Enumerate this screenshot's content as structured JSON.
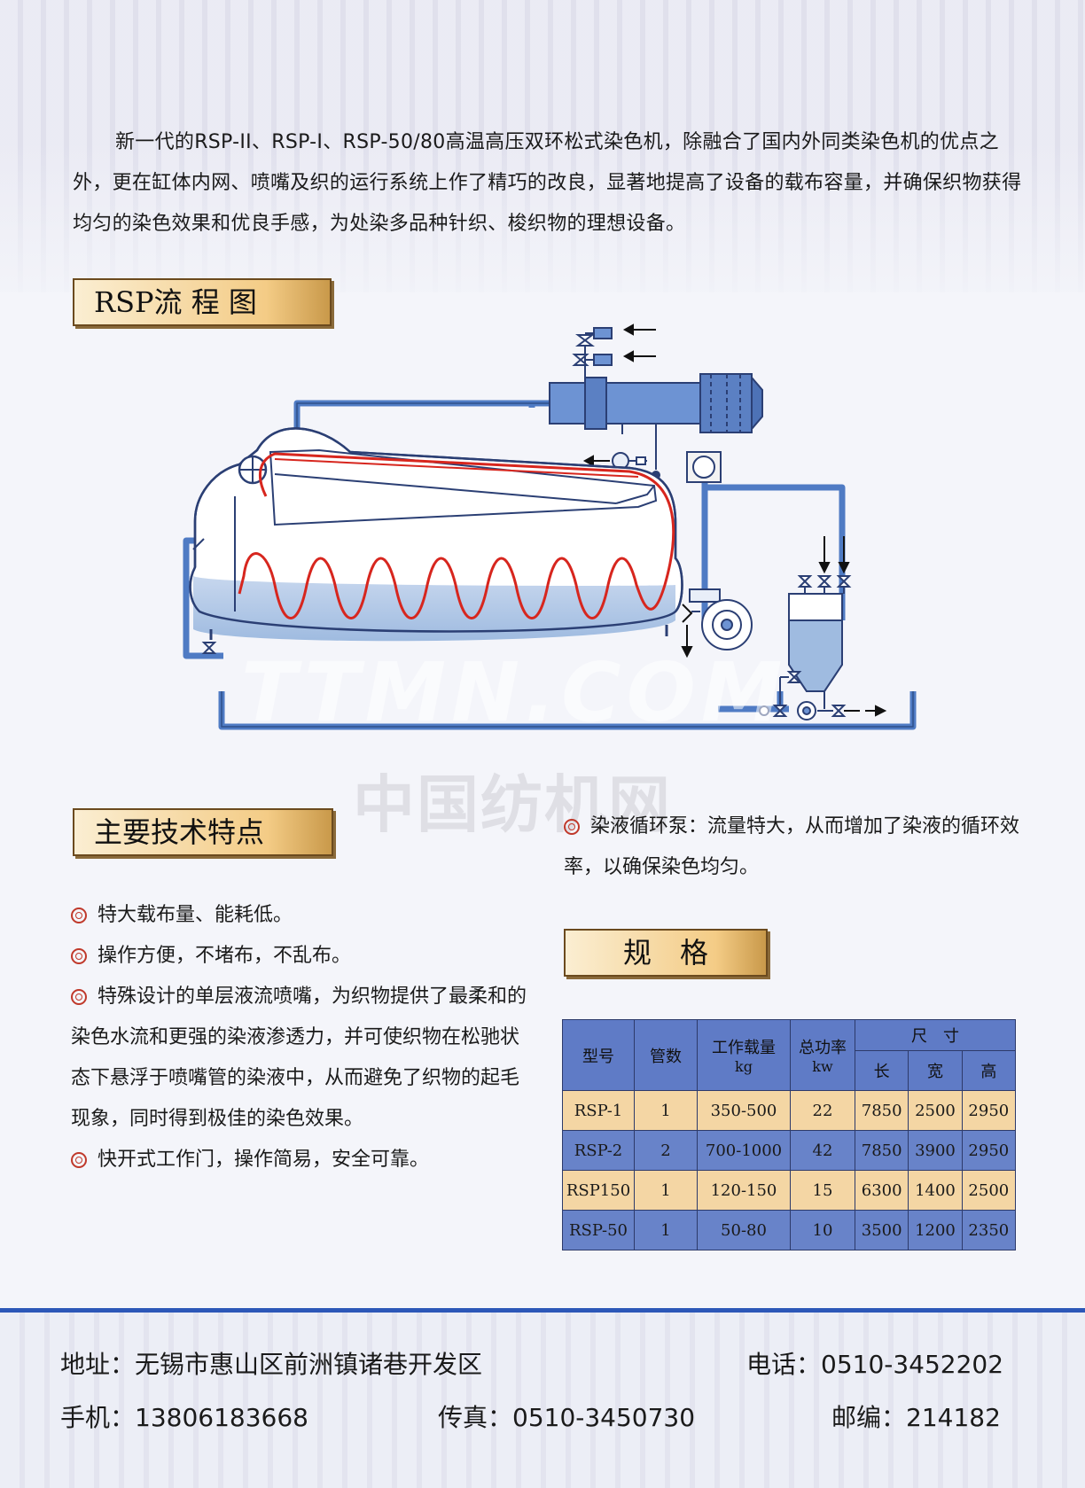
{
  "intro": "新一代的RSP-II、RSP-I、RSP-50/80高温高压双环松式染色机，除融合了国内外同类染色机的优点之外，更在缸体内网、喷嘴及织的运行系统上作了精巧的改良，显著地提高了设备的载布容量，并确保织物获得均匀的染色效果和优良手感，为处染多品种针织、梭织物的理想设备。",
  "headings": {
    "flow": "RSP流 程 图",
    "features": "主要技术特点",
    "spec": "规　格"
  },
  "watermark": {
    "latin": "TTMN.COM",
    "chinese": "中国纺机网"
  },
  "pump_note": "染液循环泵：流量特大，从而增加了染液的循环效率，以确保染色均匀。",
  "features": [
    "特大载布量、能耗低。",
    "操作方便，不堵布，不乱布。",
    "特殊设计的单层液流喷嘴，为织物提供了最柔和的染色水流和更强的染液渗透力，并可使织物在松驰状态下悬浮于喷嘴管的染液中，从而避免了织物的起毛现象，同时得到极佳的染色效果。",
    "快开式工作门，操作简易，安全可靠。"
  ],
  "spec_table": {
    "headers": {
      "model": "型号",
      "tubes": "管数",
      "load": "工作载量",
      "load_unit": "kg",
      "power": "总功率",
      "power_unit": "kw",
      "size": "尺　寸",
      "length": "长",
      "width": "宽",
      "height": "高"
    },
    "rows": [
      [
        "RSP-1",
        "1",
        "350-500",
        "22",
        "7850",
        "2500",
        "2950"
      ],
      [
        "RSP-2",
        "2",
        "700-1000",
        "42",
        "7850",
        "3900",
        "2950"
      ],
      [
        "RSP150",
        "1",
        "120-150",
        "15",
        "6300",
        "1400",
        "2500"
      ],
      [
        "RSP-50",
        "1",
        "50-80",
        "10",
        "3500",
        "1200",
        "2350"
      ]
    ]
  },
  "footer": {
    "address": "地址：无锡市惠山区前洲镇诸巷开发区",
    "phone": "电话：0510-3452202",
    "mobile": "手机：13806183668",
    "fax": "传真：0510-3450730",
    "postcode": "邮编：214182"
  },
  "colors": {
    "pipe": "#4f7bc4",
    "fabric": "#d7261e",
    "liquor": "#b9cdea",
    "header_bar": "#2c57b8"
  }
}
